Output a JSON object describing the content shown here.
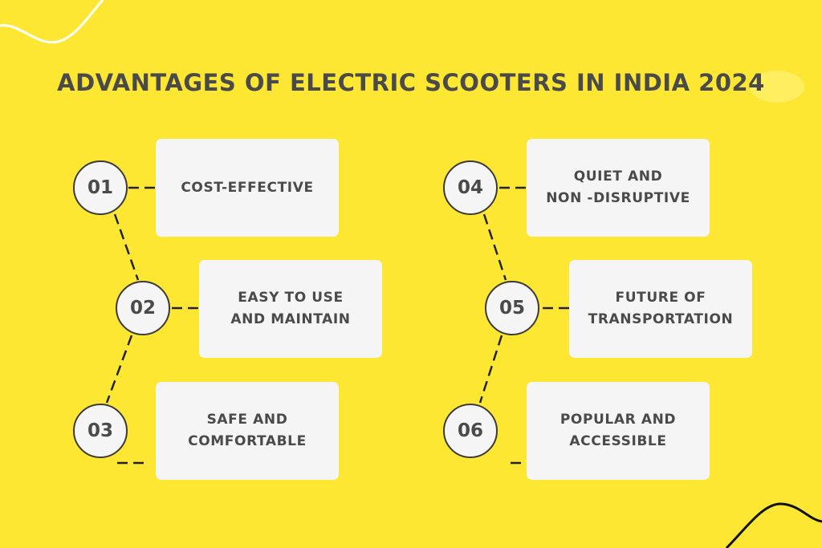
{
  "colors": {
    "background": "#FDE733",
    "card": "#F5F5F5",
    "text": "#4A4A4A",
    "line": "#222222"
  },
  "header": {
    "title": "ADVANTAGES OF ELECTRIC SCOOTERS IN INDIA 2024"
  },
  "items": [
    {
      "number": "01",
      "label": "COST-EFFECTIVE"
    },
    {
      "number": "02",
      "label": "EASY TO USE\nAND MAINTAIN"
    },
    {
      "number": "03",
      "label": "SAFE AND\nCOMFORTABLE"
    },
    {
      "number": "04",
      "label": "QUIET AND\nNON -DISRUPTIVE"
    },
    {
      "number": "05",
      "label": "FUTURE OF\nTRANSPORTATION"
    },
    {
      "number": "06",
      "label": "POPULAR AND\nACCESSIBLE"
    }
  ]
}
